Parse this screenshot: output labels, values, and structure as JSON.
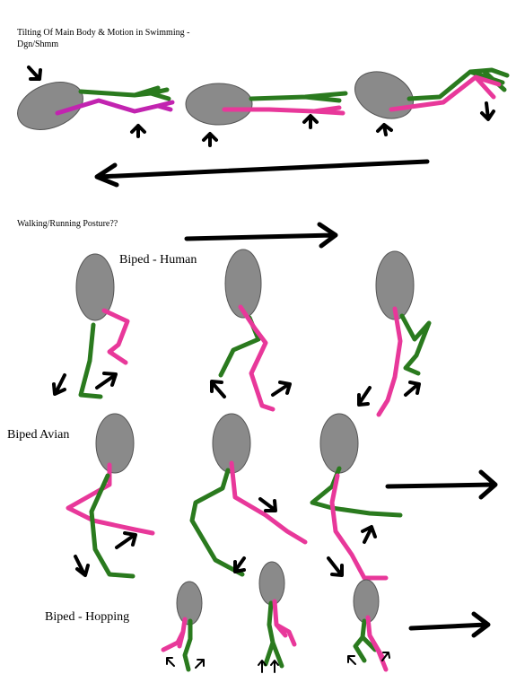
{
  "swimming": {
    "title": "Tilting Of Main Body & Motion in Swimming - Dgn/Shmm"
  },
  "walking": {
    "title": "Walking/Running Posture??"
  },
  "sections": {
    "human": "Biped - Human",
    "avian": "Biped Avian",
    "hopping": "Biped - Hopping"
  },
  "colors": {
    "body": "#8a8a8a",
    "body_stroke": "#555555",
    "limb_green": "#2a7a1e",
    "limb_pink": "#e8389a",
    "swim_magenta": "#c224b0",
    "arrow": "#000000"
  },
  "icons": [
    "arrow-icon"
  ]
}
